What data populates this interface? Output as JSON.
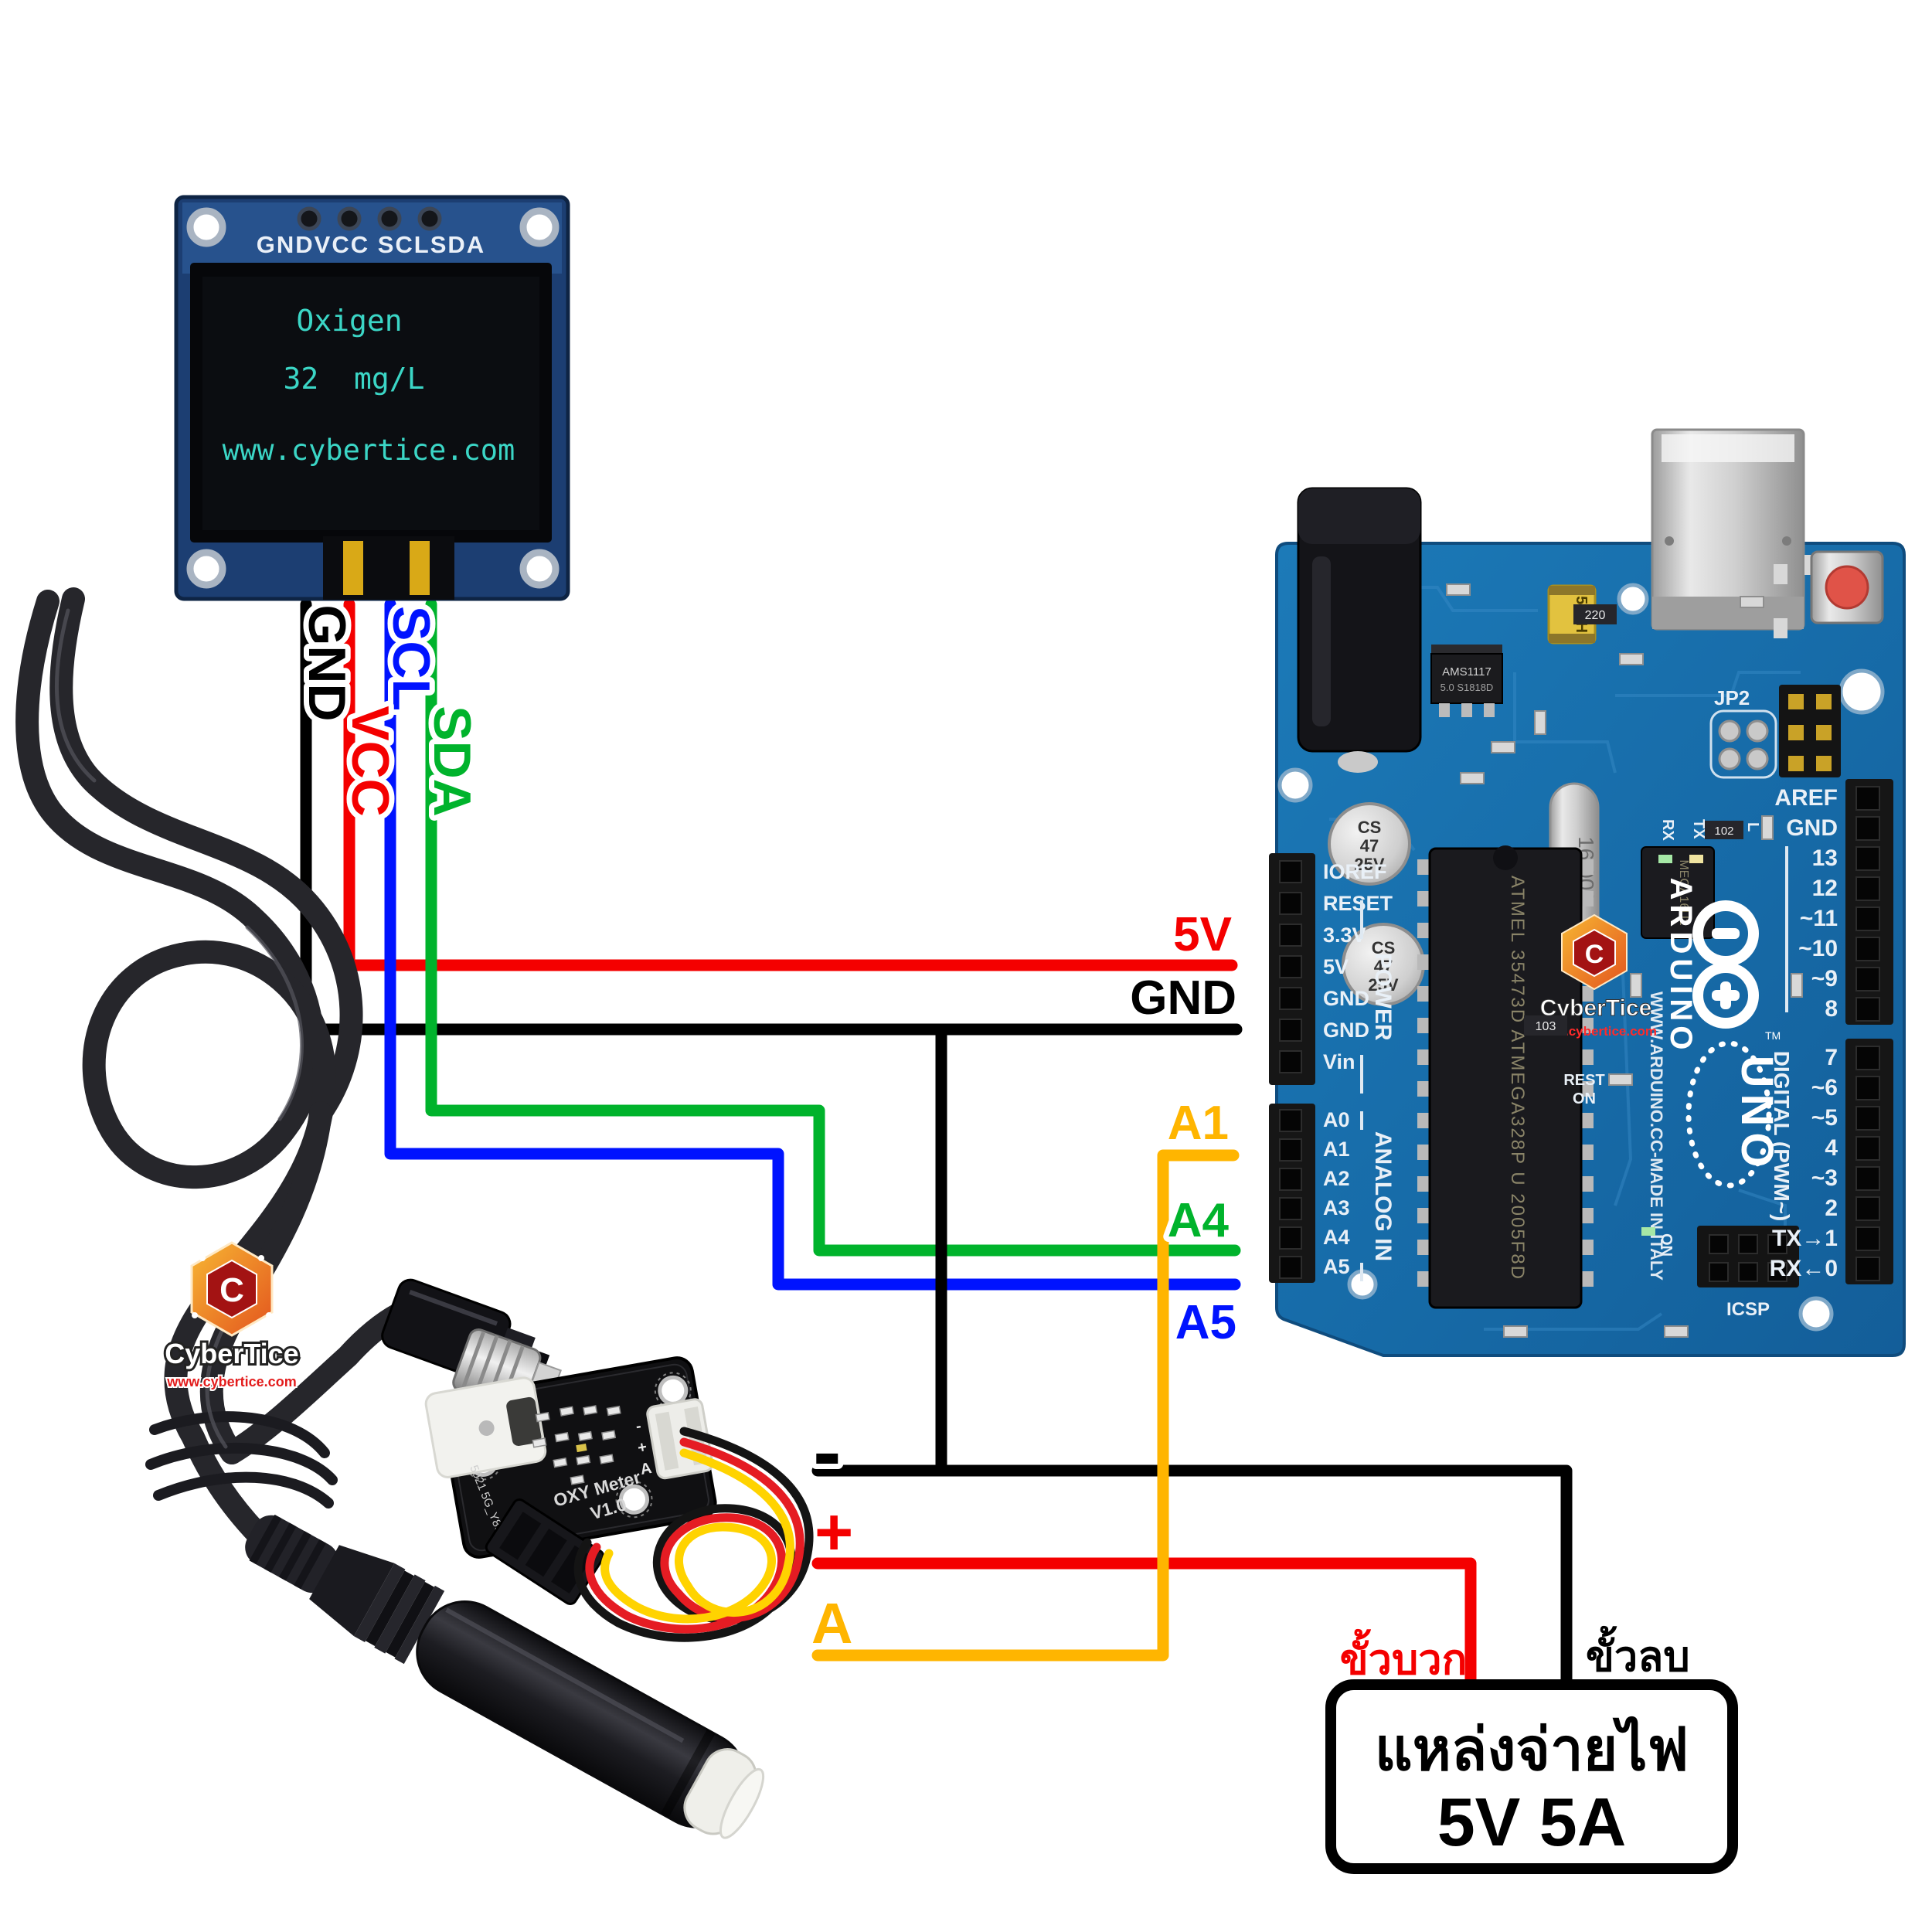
{
  "oled": {
    "header_pins": "GNDVCC SCLSDA",
    "screen_line1": "Oxigen",
    "screen_line2": "32  mg/L",
    "screen_line3": "www.cybertice.com",
    "screen_text_color": "#3BD6C6"
  },
  "oled_wires": {
    "gnd": {
      "label": "GND",
      "color": "#000000"
    },
    "vcc": {
      "label": "VCC",
      "color": "#F40000"
    },
    "scl": {
      "label": "SCL",
      "color": "#0013FF"
    },
    "sda": {
      "label": "SDA",
      "color": "#00B32C"
    }
  },
  "arduino_wires": {
    "v5": {
      "label": "5V",
      "color": "#F40000"
    },
    "gnd": {
      "label": "GND",
      "color": "#000000"
    },
    "a1": {
      "label": "A1",
      "color": "#FFB500"
    },
    "a4": {
      "label": "A4",
      "color": "#00B32C"
    },
    "a5": {
      "label": "A5",
      "color": "#0013FF"
    }
  },
  "sensor_wires": {
    "minus": {
      "label": "-",
      "color": "#000000"
    },
    "plus": {
      "label": "+",
      "color": "#F40000"
    },
    "a": {
      "label": "A",
      "color": "#FFB500"
    }
  },
  "arduino": {
    "left_power_pins": [
      "IOREF",
      "RESET",
      "3.3V",
      "5V",
      "GND",
      "GND",
      "Vin"
    ],
    "left_analog_pins": [
      "A0",
      "A1",
      "A2",
      "A3",
      "A4",
      "A5"
    ],
    "right_top_pins": [
      "AREF",
      "GND",
      "13",
      "12",
      "~11",
      "~10",
      "~9",
      "8"
    ],
    "right_bottom_pins": [
      "7",
      "~6",
      "~5",
      "4",
      "~3",
      "2",
      "TX→1",
      "RX←0"
    ],
    "power_group": "POWER",
    "analog_group": "ANALOG IN",
    "digital_group": "DIGITAL (PWM~)",
    "brand": "ARDUINO",
    "model": "UNO",
    "tm": "TM",
    "made_in": "WWW.ARDUINO.CC-MADE IN ITALY",
    "mcu_text": "ATMEL 35473D  ATMEGA328P U  2005F8D",
    "usb_chip_text": "MEGA16U2",
    "jp2": "JP2",
    "icsp": "ICSP",
    "on": "ON",
    "reset_on_line1": "REST",
    "reset_on_line2": "ON",
    "rx": "RX",
    "tx": "TX",
    "led_l": "L",
    "cap_line1": "CS",
    "cap_line2": "47",
    "cap_line3": "25V",
    "crystal": "16.000",
    "fuse": "500H",
    "reg_line1": "AMS1117",
    "reg_line2": "5.0 S1818D",
    "r220": "220",
    "r103": "103",
    "r102": "102"
  },
  "sensor": {
    "title_line1": "OXY Meter",
    "title_line2": "V1.0",
    "serial": "5021 5G_Y89",
    "pin_minus": "-",
    "pin_plus": "+",
    "pin_a": "A"
  },
  "power_supply": {
    "box_line1": "แหล่งจ่ายไฟ",
    "box_line2": "5V 5A",
    "positive_label": "ขั้วบวก",
    "negative_label": "ขั้วลบ",
    "positive_color": "#F40000",
    "negative_color": "#000000"
  },
  "brand": {
    "name": "CyberTice",
    "url": "www.cybertice.com",
    "initial": "C"
  }
}
